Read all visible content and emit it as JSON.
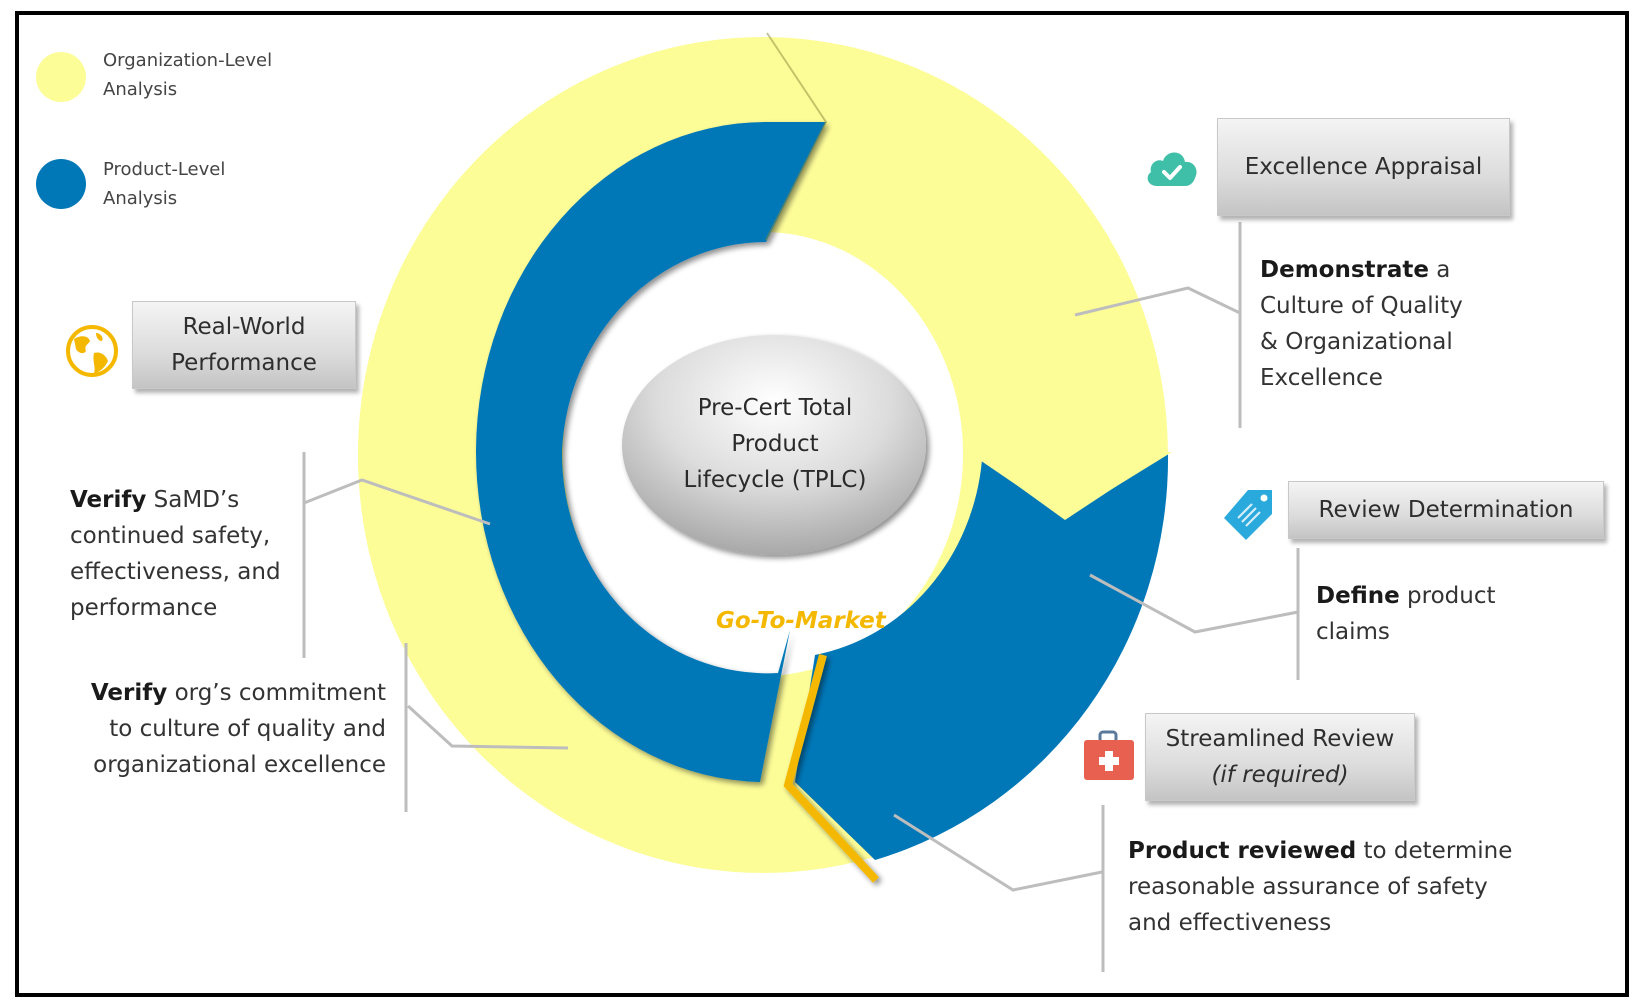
{
  "legend": [
    {
      "label_line1": "Organization-Level",
      "label_line2": "Analysis",
      "color": "#fdfd98"
    },
    {
      "label_line1": "Product-Level",
      "label_line2": "Analysis",
      "color": "#0078b8"
    }
  ],
  "center": {
    "line1": "Pre-Cert Total",
    "line2": "Product",
    "line3": "Lifecycle (TPLC)"
  },
  "go_to_market": "Go-To-Market",
  "colors": {
    "org_level": "#fdfd98",
    "product_level": "#0078b8",
    "go_to_market": "#f5b800",
    "connector": "#bdbdbd"
  },
  "stages": {
    "excellence_appraisal": {
      "icon": "cloud-check-icon",
      "title": "Excellence Appraisal",
      "desc_bold": "Demonstrate",
      "desc_line1_rest": " a",
      "desc_line2": "Culture of Quality",
      "desc_line3": "& Organizational",
      "desc_line4": "Excellence"
    },
    "review_determination": {
      "icon": "tag-icon",
      "title": "Review Determination",
      "desc_bold": "Define",
      "desc_line1_rest": " product",
      "desc_line2": "claims"
    },
    "streamlined_review": {
      "icon": "first-aid-kit-icon",
      "title": "Streamlined Review",
      "subtitle": "(if required)",
      "desc_bold": "Product reviewed",
      "desc_line1_rest": " to determine",
      "desc_line2": "reasonable assurance of safety",
      "desc_line3": "and effectiveness"
    },
    "real_world_performance": {
      "icon": "globe-icon",
      "title_line1": "Real-World",
      "title_line2": "Performance",
      "desc_bold": "Verify",
      "desc_line1_rest": " SaMD’s",
      "desc_line2": "continued safety,",
      "desc_line3": "effectiveness, and",
      "desc_line4": "performance"
    },
    "org_commitment": {
      "desc_bold": "Verify",
      "desc_line1_rest": " org’s commitment",
      "desc_line2": "to culture of quality and",
      "desc_line3": "organizational excellence"
    }
  }
}
